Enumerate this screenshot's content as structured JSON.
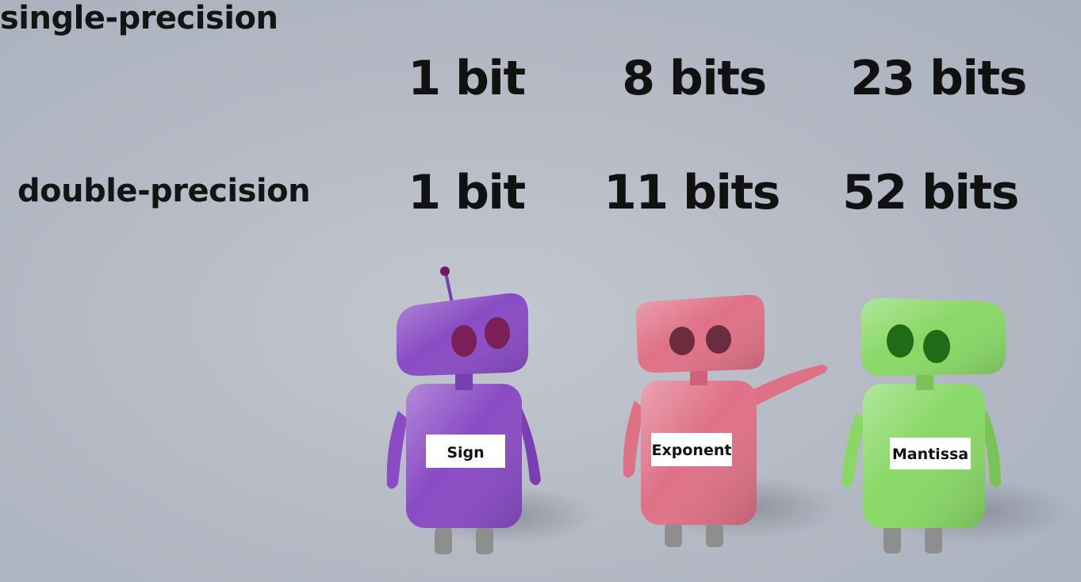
{
  "rows": [
    {
      "label": "single-precision",
      "sign": "1 bit",
      "exponent": "8 bits",
      "mantissa": "23 bits"
    },
    {
      "label": "double-precision",
      "sign": "1 bit",
      "exponent": "11 bits",
      "mantissa": "52 bits"
    }
  ],
  "robots": {
    "sign": {
      "tag": "Sign",
      "color": "#8a4bc4"
    },
    "exponent": {
      "tag": "Exponent",
      "color": "#df7187"
    },
    "mantissa": {
      "tag": "Mantissa",
      "color": "#89d866"
    }
  }
}
